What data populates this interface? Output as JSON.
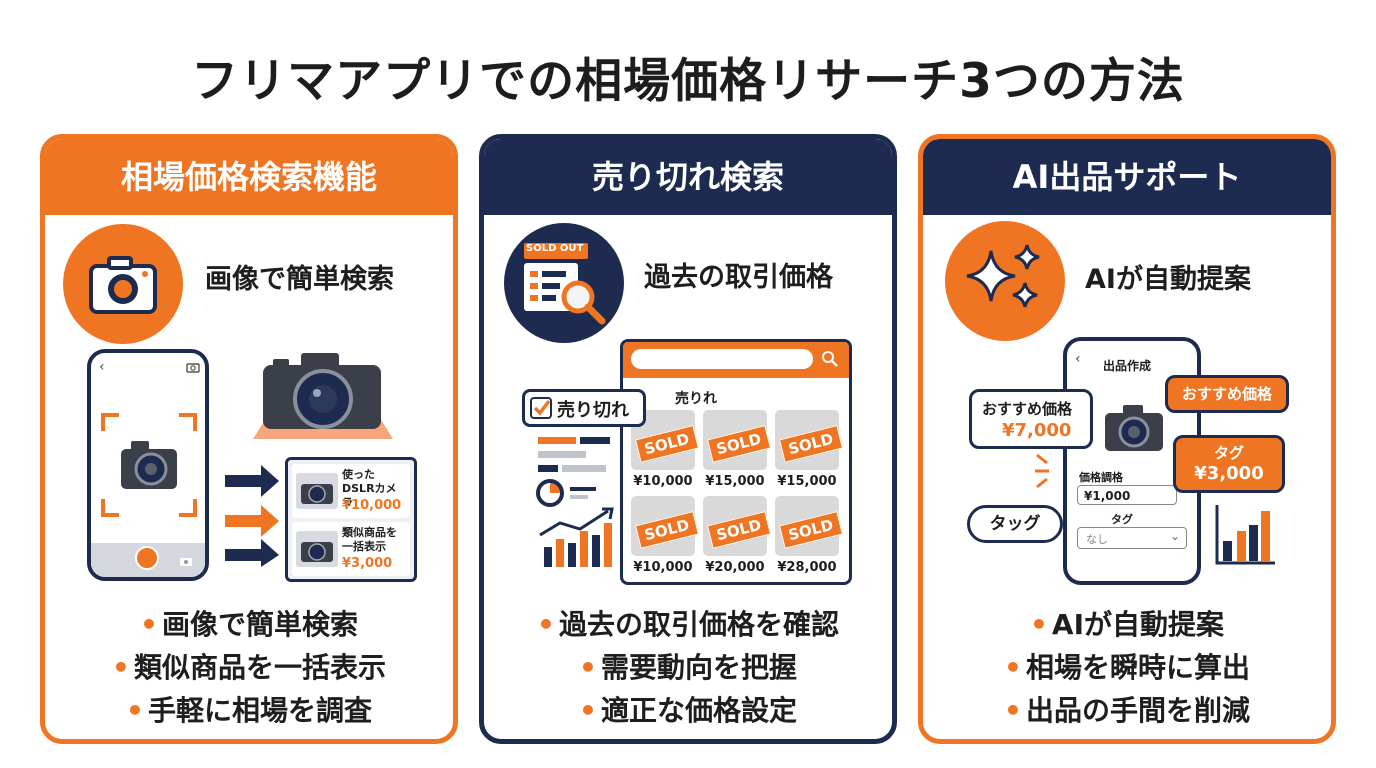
{
  "title": "フリマアプリでの相場価格リサーチ3つの方法",
  "colors": {
    "accent": "#f07522",
    "navy": "#1c2b4f"
  },
  "cards": [
    {
      "header": "相場価格検索機能",
      "icon": "camera-icon",
      "subtitle": "画像で簡単検索",
      "results": [
        {
          "name": "使ったDSLRカメラ",
          "price": "¥10,000"
        },
        {
          "name": "類似商品を一括表示",
          "price": "¥3,000"
        }
      ],
      "bullets": [
        "画像で簡単検索",
        "類似商品を一括表示",
        "手軽に相場を調査"
      ]
    },
    {
      "header": "売り切れ検索",
      "icon": "sold-out-search-icon",
      "icon_label": "SOLD OUT",
      "subtitle": "過去の取引価格",
      "checkbox_label": "売り切れ",
      "grid_title": "売りれ",
      "badge": "SOLD",
      "prices": [
        "¥10,000",
        "¥15,000",
        "¥15,000",
        "¥10,000",
        "¥20,000",
        "¥28,000"
      ],
      "bullets": [
        "過去の取引価格を確認",
        "需要動向を把握",
        "適正な価格設定"
      ]
    },
    {
      "header": "AI出品サポート",
      "icon": "sparkles-icon",
      "subtitle": "AIが自動提案",
      "phone_title": "出品作成",
      "bubble_recommend": "おすすめ価格",
      "bubble_recommend_price": "¥7,000",
      "bubble_recommend_tag": "おすすめ価格",
      "bubble_tag": "タグ",
      "bubble_tag_price": "¥3,000",
      "bubble_tag_left": "タッグ",
      "field_price_label": "価格調格",
      "field_price_value": "¥1,000",
      "field_tag_label": "タグ",
      "field_tag_value": "なし",
      "bullets": [
        "AIが自動提案",
        "相場を瞬時に算出",
        "出品の手間を削減"
      ]
    }
  ]
}
